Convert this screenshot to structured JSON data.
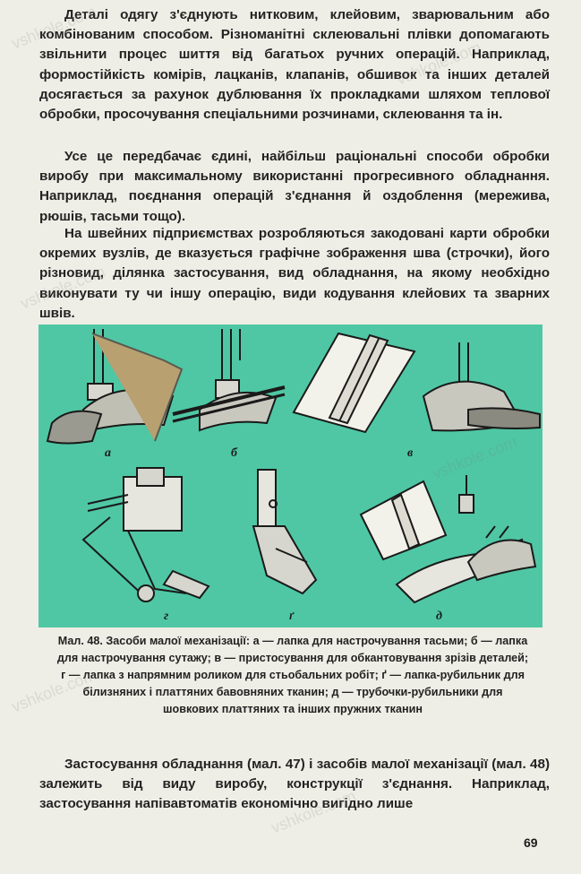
{
  "paragraphs": [
    "Деталі одягу з'єднують нитковим, клейовим, зварювальним або комбінованим способом. Різноманітні склеювальні плівки допомагають звільнити процес шиття від багатьох ручних операцій. Наприклад, формостійкість комірів, лацканів, клапанів, обшивок та інших деталей досягається за рахунок дублювання їх прокладками шляхом теплової обробки, просочування спеціальними розчинами, склеювання та ін.",
    "Усе це передбачає єдині, найбільш раціональні способи обробки виробу при максимальному використанні прогресивного обладнання. Наприклад, поєднання операцій з'єднання й оздоблення (мережива, рюшів, тасьми тощо).",
    "На швейних підприємствах розробляються закодовані карти обробки окремих вузлів, де вказується графічне зображення шва (строчки), його різновид, ділянка застосування, вид обладнання, на якому необхідно виконувати ту чи іншу операцію, види кодування клейових та зварних швів.",
    "Застосування обладнання (мал. 47) і засобів малої механізації (мал. 48) залежить від виду виробу, конструкції з'єднання. Наприклад, застосування напівавтоматів економічно вигідно лише"
  ],
  "figure": {
    "labels": [
      "а",
      "б",
      "в",
      "г",
      "ґ",
      "д"
    ],
    "background_color": "#4fc7a4"
  },
  "caption": "Мал. 48. Засоби малої механізації: а — лапка для настрочування тасьми; б — лапка для настрочування сутажу; в — пристосування для обкантовування зрізів деталей; г — лапка з напрямним роликом для стьобальних робіт; ґ — лапка-рубильник для білизняних і платтяних бавовняних тканин; д — трубочки-рубильники для шовкових платтяних та інших пружних тканин",
  "page_number": "69",
  "watermark": "vshkole.com"
}
